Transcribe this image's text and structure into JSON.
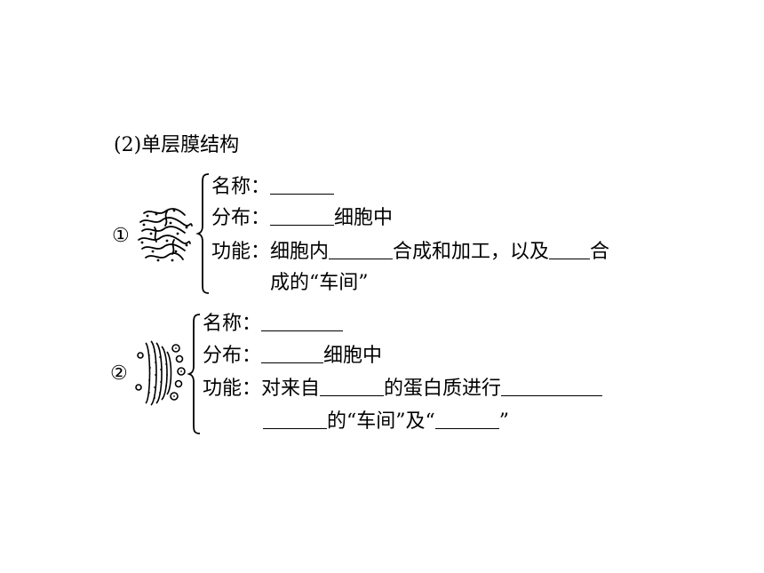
{
  "section": {
    "title": "(2)单层膜结构"
  },
  "items": [
    {
      "number": "①",
      "organelle_icon": "endoplasmic-reticulum-icon",
      "name_label": "名称：",
      "distribution_label": "分布：",
      "distribution_suffix": "细胞中",
      "function_label": "功能：",
      "function_line1_a": "细胞内",
      "function_line1_b": "合成和加工，以及",
      "function_line1_c": "合",
      "function_line2": "成的“车间”"
    },
    {
      "number": "②",
      "organelle_icon": "golgi-apparatus-icon",
      "name_label": "名称：",
      "distribution_label": "分布：",
      "distribution_suffix": "细胞中",
      "function_label": "功能：",
      "function_line1_a": "对来自",
      "function_line1_b": "的蛋白质进行",
      "function_line2_a": "的“车间”及“",
      "function_line2_b": "”"
    }
  ]
}
